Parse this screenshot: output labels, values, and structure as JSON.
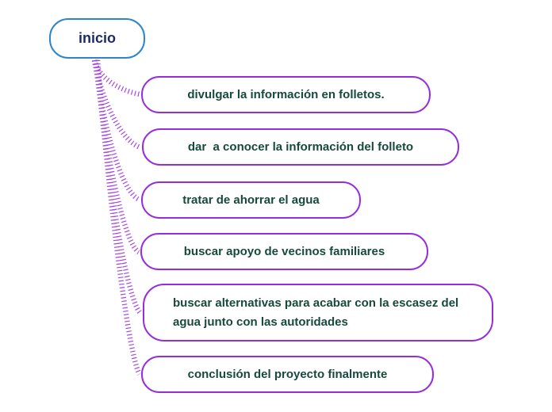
{
  "diagram": {
    "type": "mindmap",
    "root": {
      "label": "inicio"
    },
    "branches": [
      {
        "label": "divulgar la información en folletos."
      },
      {
        "label": "dar  a conocer la información del folleto"
      },
      {
        "label": "tratar de ahorrar el agua"
      },
      {
        "label": "buscar apoyo de vecinos familiares"
      },
      {
        "label": "buscar alternativas para acabar con la escasez del agua junto con las autoridades"
      },
      {
        "label": "conclusión del proyecto finalmente"
      }
    ],
    "colors": {
      "root_border": "#2e86c8",
      "root_text": "#1c2d66",
      "branch_border": "#962ddb",
      "branch_text": "#17493c",
      "connector": "#9d33de",
      "background": "#ffffff"
    },
    "connector_style": "hatched-dashed-curve"
  }
}
